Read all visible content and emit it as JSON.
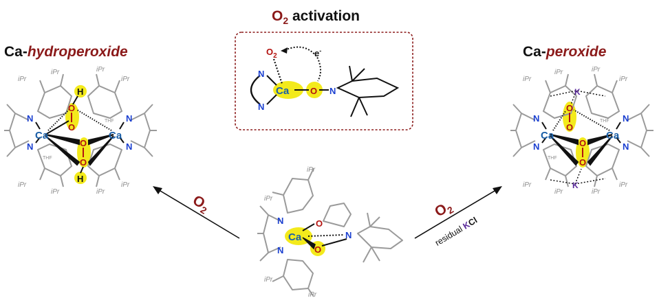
{
  "center_box": {
    "title_main": "O",
    "title_sub": "2",
    "title_rest": " activation",
    "o2_main": "O",
    "o2_sub": "2",
    "electron": "e",
    "electron_sup": "-",
    "ca": "Ca",
    "o": "O",
    "n_amide": "N",
    "n_top": "N",
    "n_bottom": "N",
    "border_color": "#8b1a1a"
  },
  "left_product": {
    "title_prefix": "Ca-",
    "title_italic": "hydroperoxide",
    "ca_left": "Ca",
    "ca_right": "Ca",
    "h_top": "H",
    "h_bottom": "H",
    "o_labels": [
      "O",
      "O",
      "O",
      "O"
    ],
    "n_labels": [
      "N",
      "N",
      "N",
      "N"
    ],
    "ipr_labels": [
      "iPr",
      "iPr",
      "iPr",
      "iPr",
      "iPr",
      "iPr",
      "iPr",
      "iPr"
    ],
    "thf": [
      "THF",
      "THF"
    ]
  },
  "right_product": {
    "title_prefix": "Ca-",
    "title_italic": "peroxide",
    "ca_left": "Ca",
    "ca_right": "Ca",
    "k_top": "K",
    "k_bottom": "K",
    "o_labels": [
      "O",
      "O",
      "O",
      "O"
    ],
    "n_labels": [
      "N",
      "N",
      "N",
      "N"
    ],
    "ipr_labels": [
      "iPr",
      "iPr",
      "iPr",
      "iPr",
      "iPr",
      "iPr",
      "iPr",
      "iPr"
    ],
    "thf": [
      "THF",
      "THF"
    ]
  },
  "start_complex": {
    "ca": "Ca",
    "o_thf": "O",
    "o_nitroxide": "O",
    "n_amide": "N",
    "n_top": "N",
    "n_bottom": "N",
    "ipr_labels": [
      "iPr",
      "iPr",
      "iPr",
      "iPr"
    ]
  },
  "left_arrow": {
    "reagent_main": "O",
    "reagent_sub": "2"
  },
  "right_arrow": {
    "reagent_main": "O",
    "reagent_sub": "2",
    "condition_prefix": "residual ",
    "condition_k": "K",
    "condition_cl": "Cl"
  },
  "colors": {
    "calcium": "#1a5fa8",
    "nitrogen": "#1a3fd0",
    "oxygen": "#b3120f",
    "potassium": "#5a2a9a",
    "highlight": "#f3ea1c",
    "title_accent": "#8b1a1a"
  }
}
